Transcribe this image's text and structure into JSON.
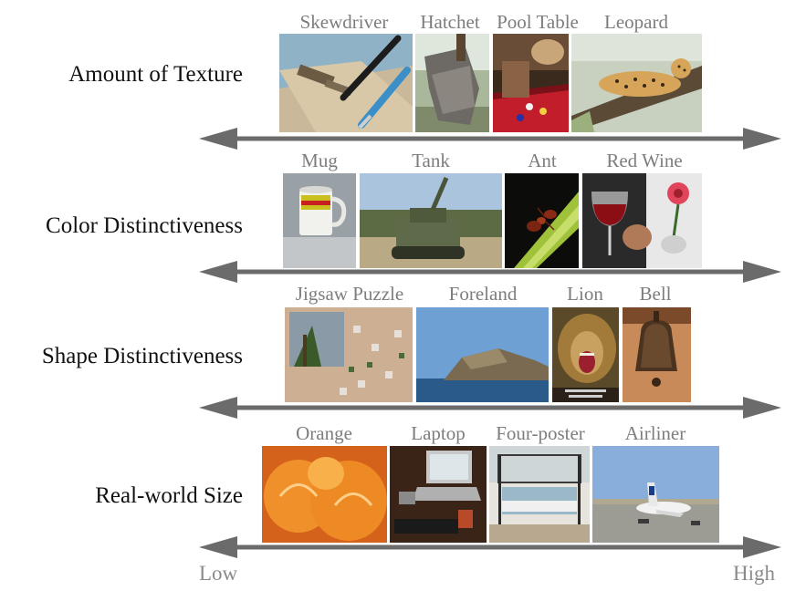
{
  "rows": [
    {
      "label": "Amount of Texture",
      "items": [
        "Skewdriver",
        "Hatchet",
        "Pool Table",
        "Leopard"
      ]
    },
    {
      "label": "Color Distinctiveness",
      "items": [
        "Mug",
        "Tank",
        "Ant",
        "Red Wine"
      ]
    },
    {
      "label": "Shape Distinctiveness",
      "items": [
        "Jigsaw Puzzle",
        "Foreland",
        "Lion",
        "Bell"
      ]
    },
    {
      "label": "Real-world Size",
      "items": [
        "Orange",
        "Laptop",
        "Four-poster",
        "Airliner"
      ]
    }
  ],
  "axis": {
    "low": "Low",
    "high": "High"
  },
  "colors": {
    "axis": "#6b6b6b",
    "caption": "#7d7d7d",
    "label": "#111111"
  }
}
